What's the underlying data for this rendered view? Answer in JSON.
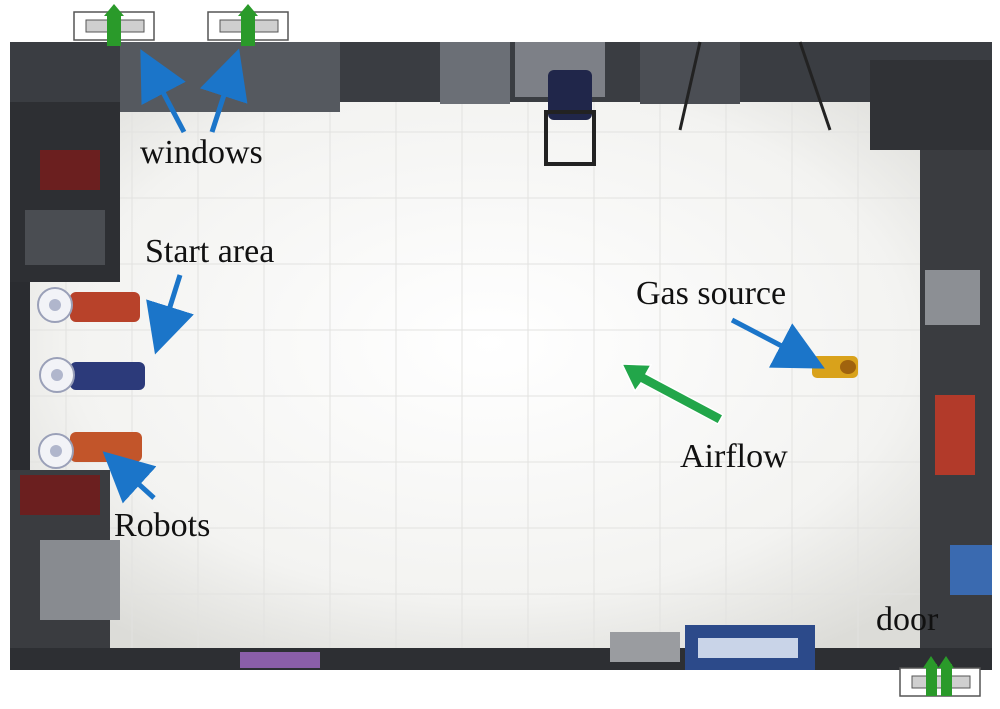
{
  "labels": {
    "windows": "windows",
    "start_area": "Start area",
    "gas_source": "Gas source",
    "airflow": "Airflow",
    "robots": "Robots",
    "door": "door"
  },
  "colors": {
    "annotation_arrow": "#1b75c9",
    "airflow_arrow": "#22a64a",
    "floor": "#f4f4f2",
    "robot_red": "#b8422a",
    "robot_blue": "#2c3a7a",
    "gas_source": "#d9a21b"
  },
  "icons": [
    "window-icon",
    "door-icon",
    "chair-icon",
    "robot-icon",
    "gas-source-icon"
  ]
}
